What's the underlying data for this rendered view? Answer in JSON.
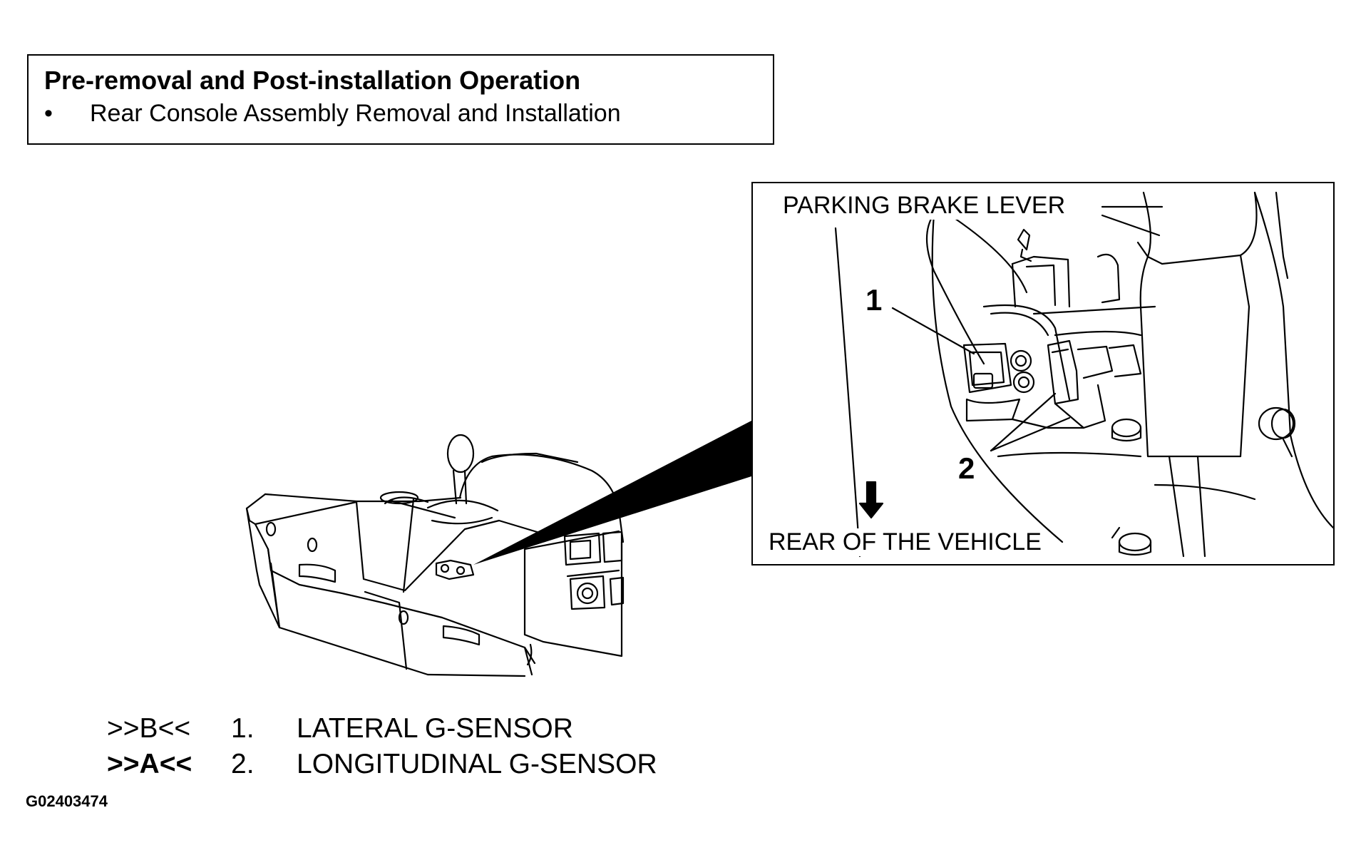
{
  "operation": {
    "title": "Pre-removal and Post-installation Operation",
    "items": [
      {
        "bullet": "•",
        "text": "Rear Console Assembly Removal and Installation"
      }
    ]
  },
  "inset": {
    "labels": {
      "parking_brake_lever": "PARKING BRAKE LEVER",
      "rear_of_vehicle": "REAR OF THE VEHICLE"
    },
    "callouts": [
      "1",
      "2"
    ]
  },
  "legend": [
    {
      "ref": ">>B<<",
      "ref_bold": false,
      "num": "1.",
      "name": "LATERAL G-SENSOR"
    },
    {
      "ref": ">>A<<",
      "ref_bold": true,
      "num": "2.",
      "name": "LONGITUDINAL G-SENSOR"
    }
  ],
  "figure_code": "G02403474"
}
